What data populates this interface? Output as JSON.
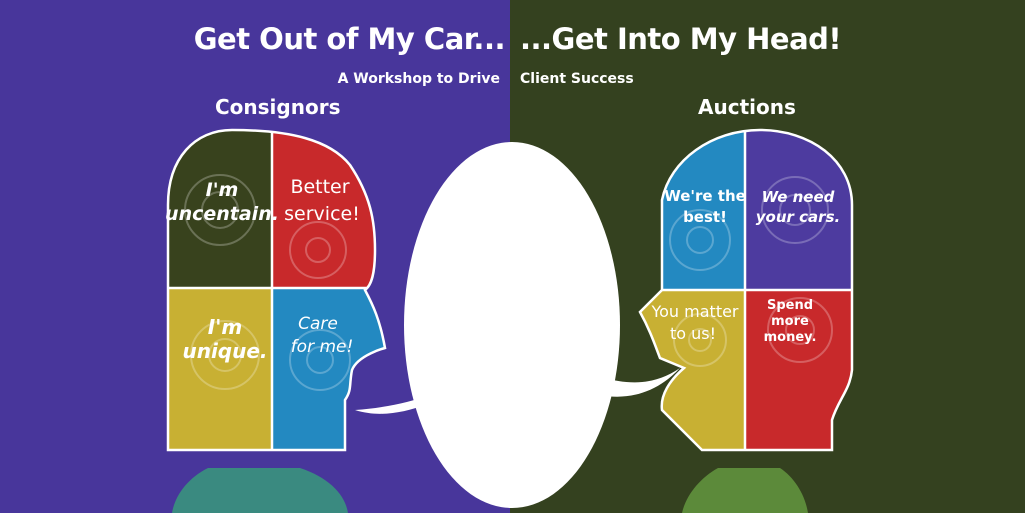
{
  "title_left": "Get Out of My Car...",
  "title_right": "...Get Into My Head!",
  "subtitle_left": "A Workshop to Drive",
  "subtitle_right": "Client Success",
  "consignors": {
    "label": "Consignors",
    "quadrants": [
      {
        "line1": "I'm",
        "line2": "uncentain."
      },
      {
        "line1": "Better",
        "line2": "service!"
      },
      {
        "line1": "I'm",
        "line2": "unique."
      },
      {
        "line1": "Care",
        "line2": "for me!"
      }
    ]
  },
  "auctions": {
    "label": "Auctions",
    "quadrants": [
      {
        "line1": "We're the",
        "line2": "best!"
      },
      {
        "line1": "We need",
        "line2": "your cars."
      },
      {
        "line1": "You matter",
        "line2": "to us!"
      },
      {
        "line1": "Spend",
        "line2": "more",
        "line3": "money."
      }
    ]
  },
  "colors": {
    "left_bg": "#48369b",
    "right_bg": "#34411f",
    "dark_olive": "#38421d",
    "red": "#c8292b",
    "mustard": "#c8b033",
    "blue": "#2389c1",
    "purple": "#4d3b9f",
    "teal_neck": "#3a8a80",
    "green_neck": "#5c8a3a"
  },
  "icons": [
    "gear-icon"
  ]
}
